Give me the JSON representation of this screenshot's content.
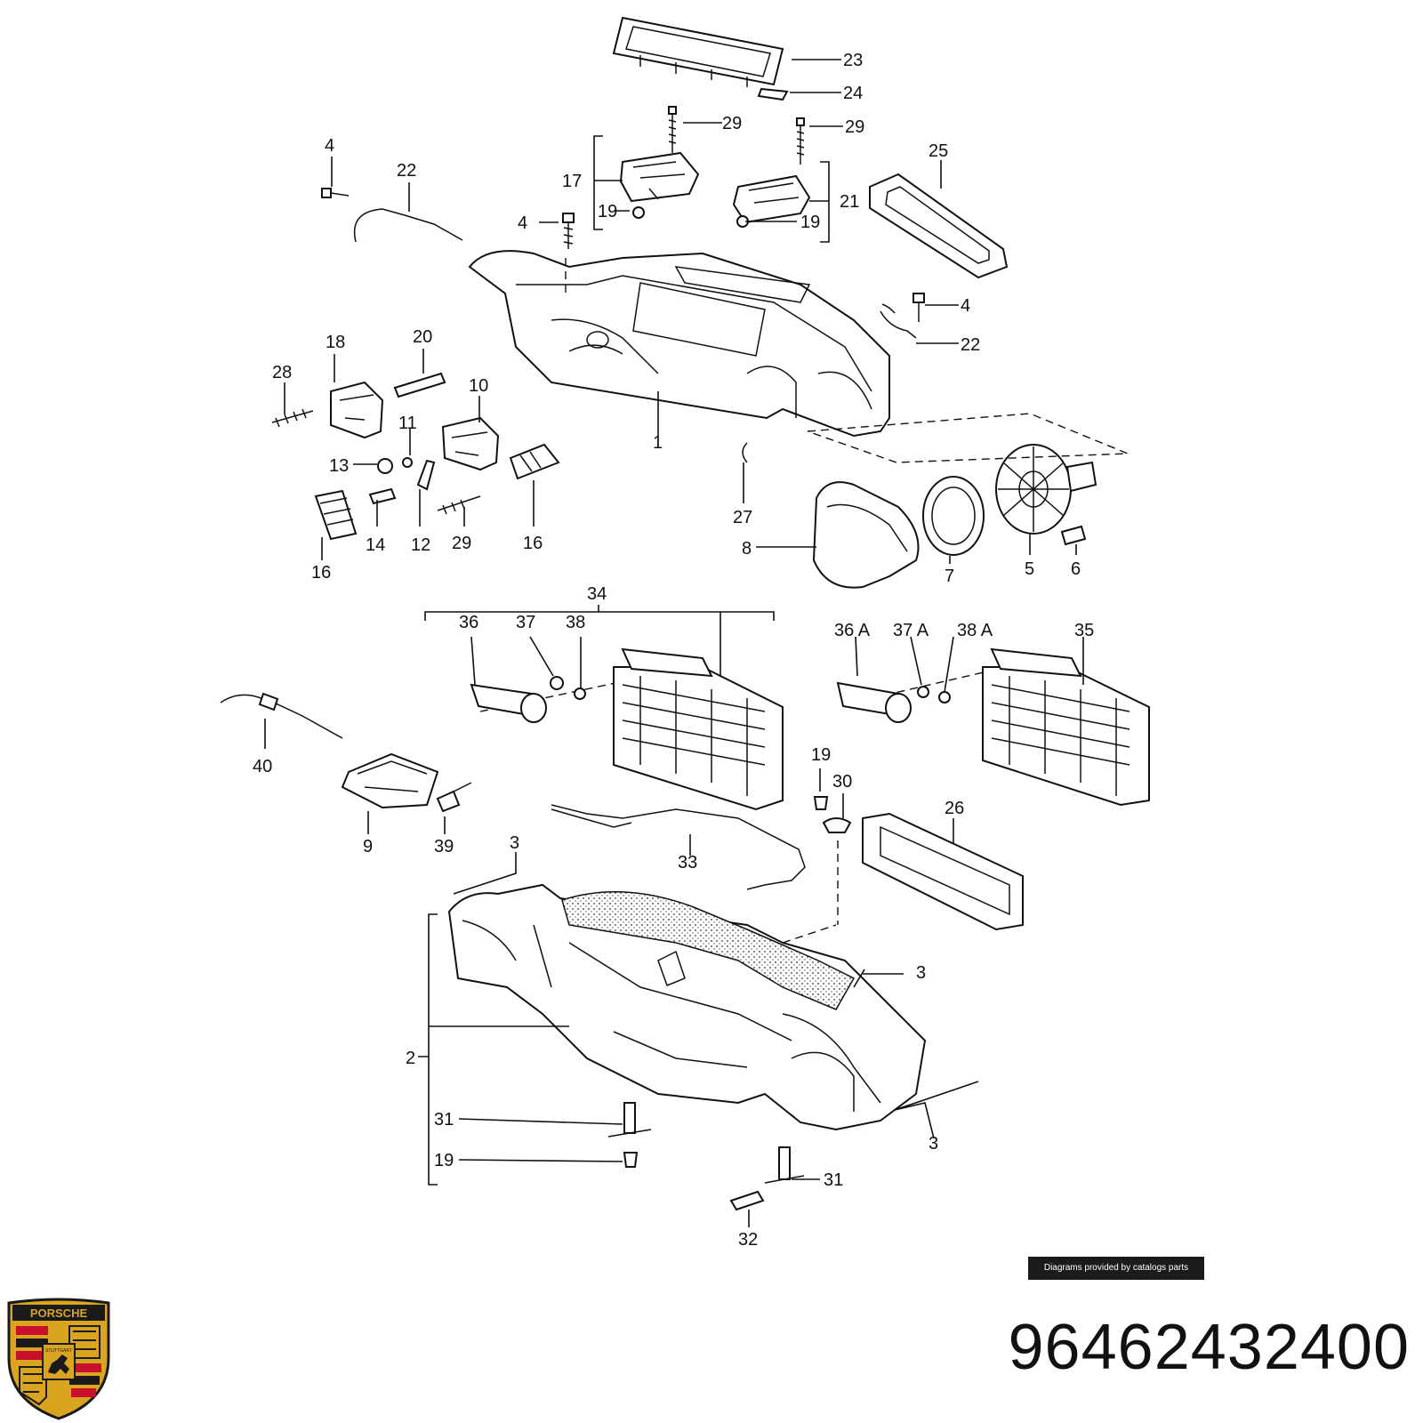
{
  "callouts": [
    "1",
    "2",
    "3",
    "4",
    "5",
    "6",
    "7",
    "8",
    "9",
    "10",
    "11",
    "12",
    "13",
    "14",
    "16",
    "17",
    "18",
    "19",
    "20",
    "21",
    "22",
    "23",
    "24",
    "25",
    "26",
    "27",
    "28",
    "29",
    "30",
    "31",
    "32",
    "33",
    "34",
    "35",
    "36",
    "37",
    "38",
    "36 A",
    "37 A",
    "38 A",
    "39",
    "40"
  ],
  "credit_text": "Diagrams provided by catalogs parts",
  "part_number": "96462432400",
  "logo": {
    "icon": "porsche-crest-icon",
    "lettering": [
      "PORSCHE",
      "STUTTGART"
    ]
  },
  "colors": {
    "ink": "#111111",
    "crest_gold": "#d9a520",
    "crest_red": "#c8102e",
    "crest_black": "#1a1a1a"
  }
}
